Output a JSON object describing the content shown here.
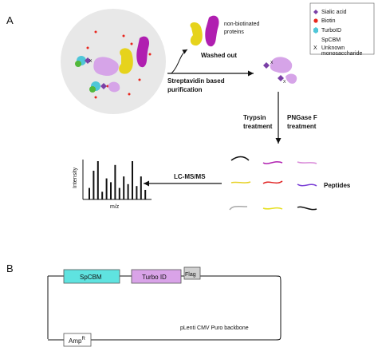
{
  "panel_a": {
    "label": "A",
    "non_biotinated": [
      "non-biotinated",
      "proteins"
    ],
    "washed_out": "Washed out",
    "streptavidin": [
      "Streptavidin based",
      "purification"
    ],
    "trypsin": [
      "Trypsin",
      "treatment"
    ],
    "pngase": [
      "PNGase F",
      "treatment"
    ],
    "lcms": "LC-MS/MS",
    "peptides": "Peptides",
    "y_axis": "Intensity",
    "x_axis": "m/z",
    "spectrum_peaks": [
      0.3,
      0.75,
      1.0,
      0.2,
      0.55,
      0.45,
      0.9,
      0.3,
      0.6,
      0.4,
      1.0,
      0.35,
      0.6,
      0.25
    ],
    "legend": {
      "items": [
        {
          "icon": "sialic-acid-icon",
          "label": "Sialic acid",
          "color": "#7a3fa6"
        },
        {
          "icon": "biotin-icon",
          "label": "Biotin",
          "color": "#e8261d"
        },
        {
          "icon": "turboid-icon",
          "label": "TurboID",
          "color": "#4fc6d8"
        },
        {
          "icon": "spcbm-icon",
          "label": "SpCBM",
          "color": "#52b83a"
        },
        {
          "icon": "unknown-monosaccharide-icon",
          "label": "Unknown",
          "color": "#111111"
        }
      ],
      "continuation": "monosaccharide",
      "unknown_marker": "X"
    },
    "peptide_colors": [
      "#111111",
      "#b01fb0",
      "#d888d8",
      "#e6d020",
      "#e02020",
      "#7b3fd6",
      "#a8a8a8",
      "#e6e020",
      "#111111"
    ]
  },
  "panel_b": {
    "label": "B",
    "spcbm": "SpCBM",
    "turbo_id": "Turbo ID",
    "flag": "Flag",
    "amp_base": "Amp",
    "amp_sup": "R",
    "backbone": "pLenti CMV Puro backbone",
    "colors": {
      "spcbm": "#5fe3e0",
      "turbo": "#d9a3e8",
      "flag": "#d0d0d0"
    }
  }
}
